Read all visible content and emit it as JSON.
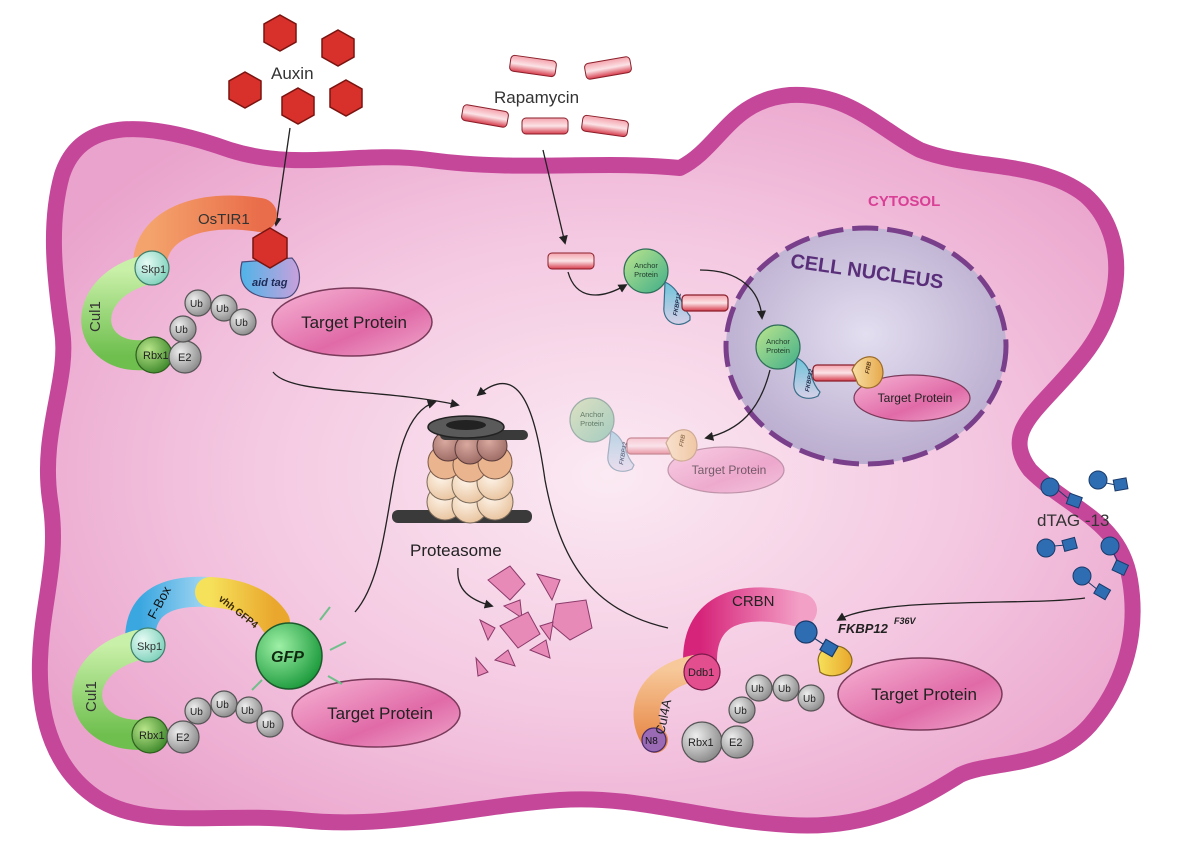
{
  "labels": {
    "auxin": "Auxin",
    "rapamycin": "Rapamycin",
    "cytosol": "CYTOSOL",
    "nucleus": "CELL NUCLEUS",
    "proteasome": "Proteasome",
    "dtag": "dTAG -13",
    "fkbp_main": "FKBP12",
    "fkbp_sup": "F36V"
  },
  "auxin_module": {
    "tir": "OsTIR1",
    "skp1": "Skp1",
    "cul1": "Cul1",
    "rbx1": "Rbx1",
    "e2": "E2",
    "ub": "Ub",
    "aid": "aid tag",
    "target": "Target Protein"
  },
  "rapa_module": {
    "anchor": "Anchor Protein",
    "anchor_l1": "Anchor",
    "anchor_l2": "Protein",
    "fkbp": "FKBP12",
    "frb": "FRB",
    "target": "Target Protein"
  },
  "gfp_module": {
    "fbox": "F-Box",
    "vhh": "vhh GFP4",
    "gfp": "GFP",
    "skp1": "Skp1",
    "cul1": "Cul1",
    "rbx1": "Rbx1",
    "e2": "E2",
    "ub": "Ub",
    "target": "Target Protein"
  },
  "dtag_module": {
    "crbn": "CRBN",
    "ddb1": "Ddb1",
    "cul4a": "Cul4A",
    "n8": "N8",
    "rbx1": "Rbx1",
    "e2": "E2",
    "ub": "Ub",
    "target": "Target Protein"
  },
  "colors": {
    "membrane": "#c5479a",
    "cytosol": "#f3c2dd",
    "nucleus": "#c9bfd9",
    "nucleus_border": "#7a3f8a",
    "auxin": "#d8302b",
    "rapamycin": "#d63a4a",
    "dtag": "#2f6db3",
    "target": "#e583b6"
  }
}
